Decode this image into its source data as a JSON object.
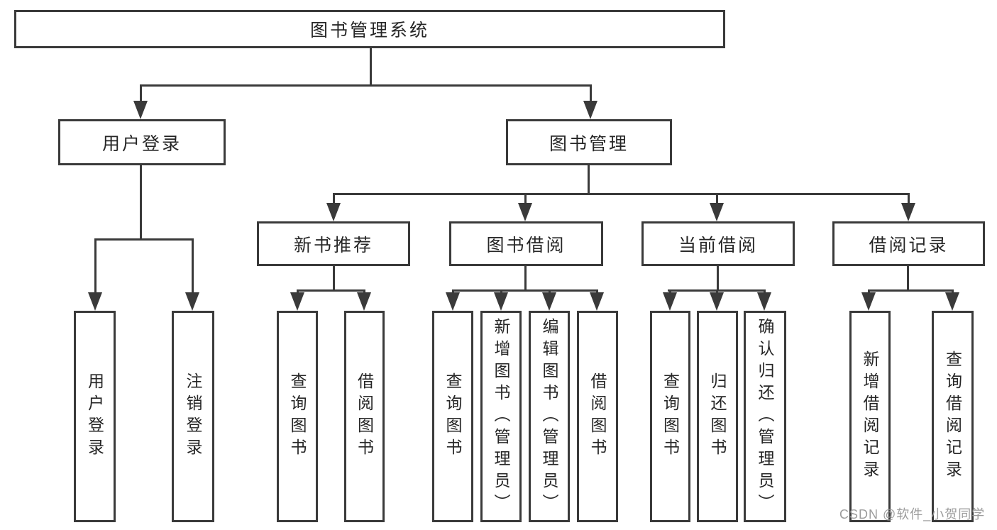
{
  "tree": {
    "root": {
      "label": "图书管理系统"
    },
    "branches": [
      {
        "label": "用户登录",
        "children": [
          {
            "label": "用户登录"
          },
          {
            "label": "注销登录"
          }
        ]
      },
      {
        "label": "图书管理",
        "children": [
          {
            "label": "新书推荐",
            "children": [
              {
                "label": "查询图书"
              },
              {
                "label": "借阅图书"
              }
            ]
          },
          {
            "label": "图书借阅",
            "children": [
              {
                "label": "查询图书"
              },
              {
                "label": "新增图书（管理员）"
              },
              {
                "label": "编辑图书（管理员）"
              },
              {
                "label": "借阅图书"
              }
            ]
          },
          {
            "label": "当前借阅",
            "children": [
              {
                "label": "查询图书"
              },
              {
                "label": "归还图书"
              },
              {
                "label": "确认归还（管理员）"
              }
            ]
          },
          {
            "label": "借阅记录",
            "children": [
              {
                "label": "新增借阅记录"
              },
              {
                "label": "查询借阅记录"
              }
            ]
          }
        ]
      }
    ]
  },
  "watermark": {
    "text": "CSDN @软件_小贺同学"
  },
  "colors": {
    "line": "#3a3a3a",
    "text": "#262626",
    "watermark": "#9c9c9c",
    "background": "#ffffff"
  }
}
